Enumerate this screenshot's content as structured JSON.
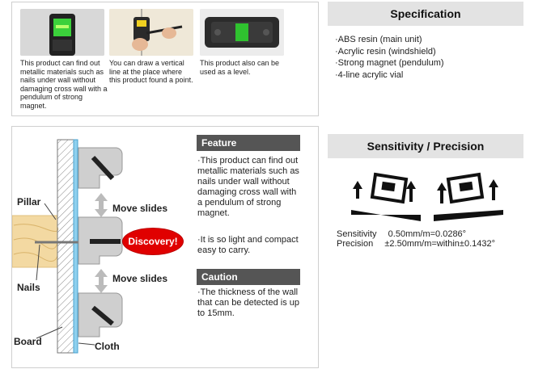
{
  "captions": [
    "This product can find out metallic materials such as nails under wall without damaging cross wall with a pendulum of strong magnet.",
    "You can draw a vertical line at the place where this product found a point.",
    "This product also can be used as a level."
  ],
  "diagram": {
    "pillar": "Pillar",
    "nails": "Nails",
    "board": "Board",
    "cloth": "Cloth",
    "move_top": "Move slides",
    "move_bottom": "Move slides",
    "discovery": "Discovery!"
  },
  "feature": {
    "heading": "Feature",
    "items": [
      "·This product can find out metallic materials such as nails under wall without damaging cross wall with a pendulum of strong magnet.",
      "·It is so light and compact easy to carry."
    ]
  },
  "caution": {
    "heading": "Caution",
    "text": "·The thickness of the wall that can be detected is up to 15mm."
  },
  "specification": {
    "heading": "Specification",
    "items": [
      "·ABS resin (main unit)",
      "·Acrylic resin (windshield)",
      "·Strong magnet (pendulum)",
      "·4-line acrylic vial"
    ]
  },
  "sensitivity": {
    "heading": "Sensitivity / Precision",
    "sensitivity_label": "Sensitivity",
    "sensitivity_value": "0.50mm/m=0.0286°",
    "precision_label": "Precision",
    "precision_value": "±2.50mm/m=within±0.1432°"
  },
  "colors": {
    "header_dark": "#555555",
    "header_light": "#e3e3e3",
    "discovery_red": "#e00000",
    "glass_blue": "#8fd0ee",
    "wood": "#f3d9a2"
  }
}
